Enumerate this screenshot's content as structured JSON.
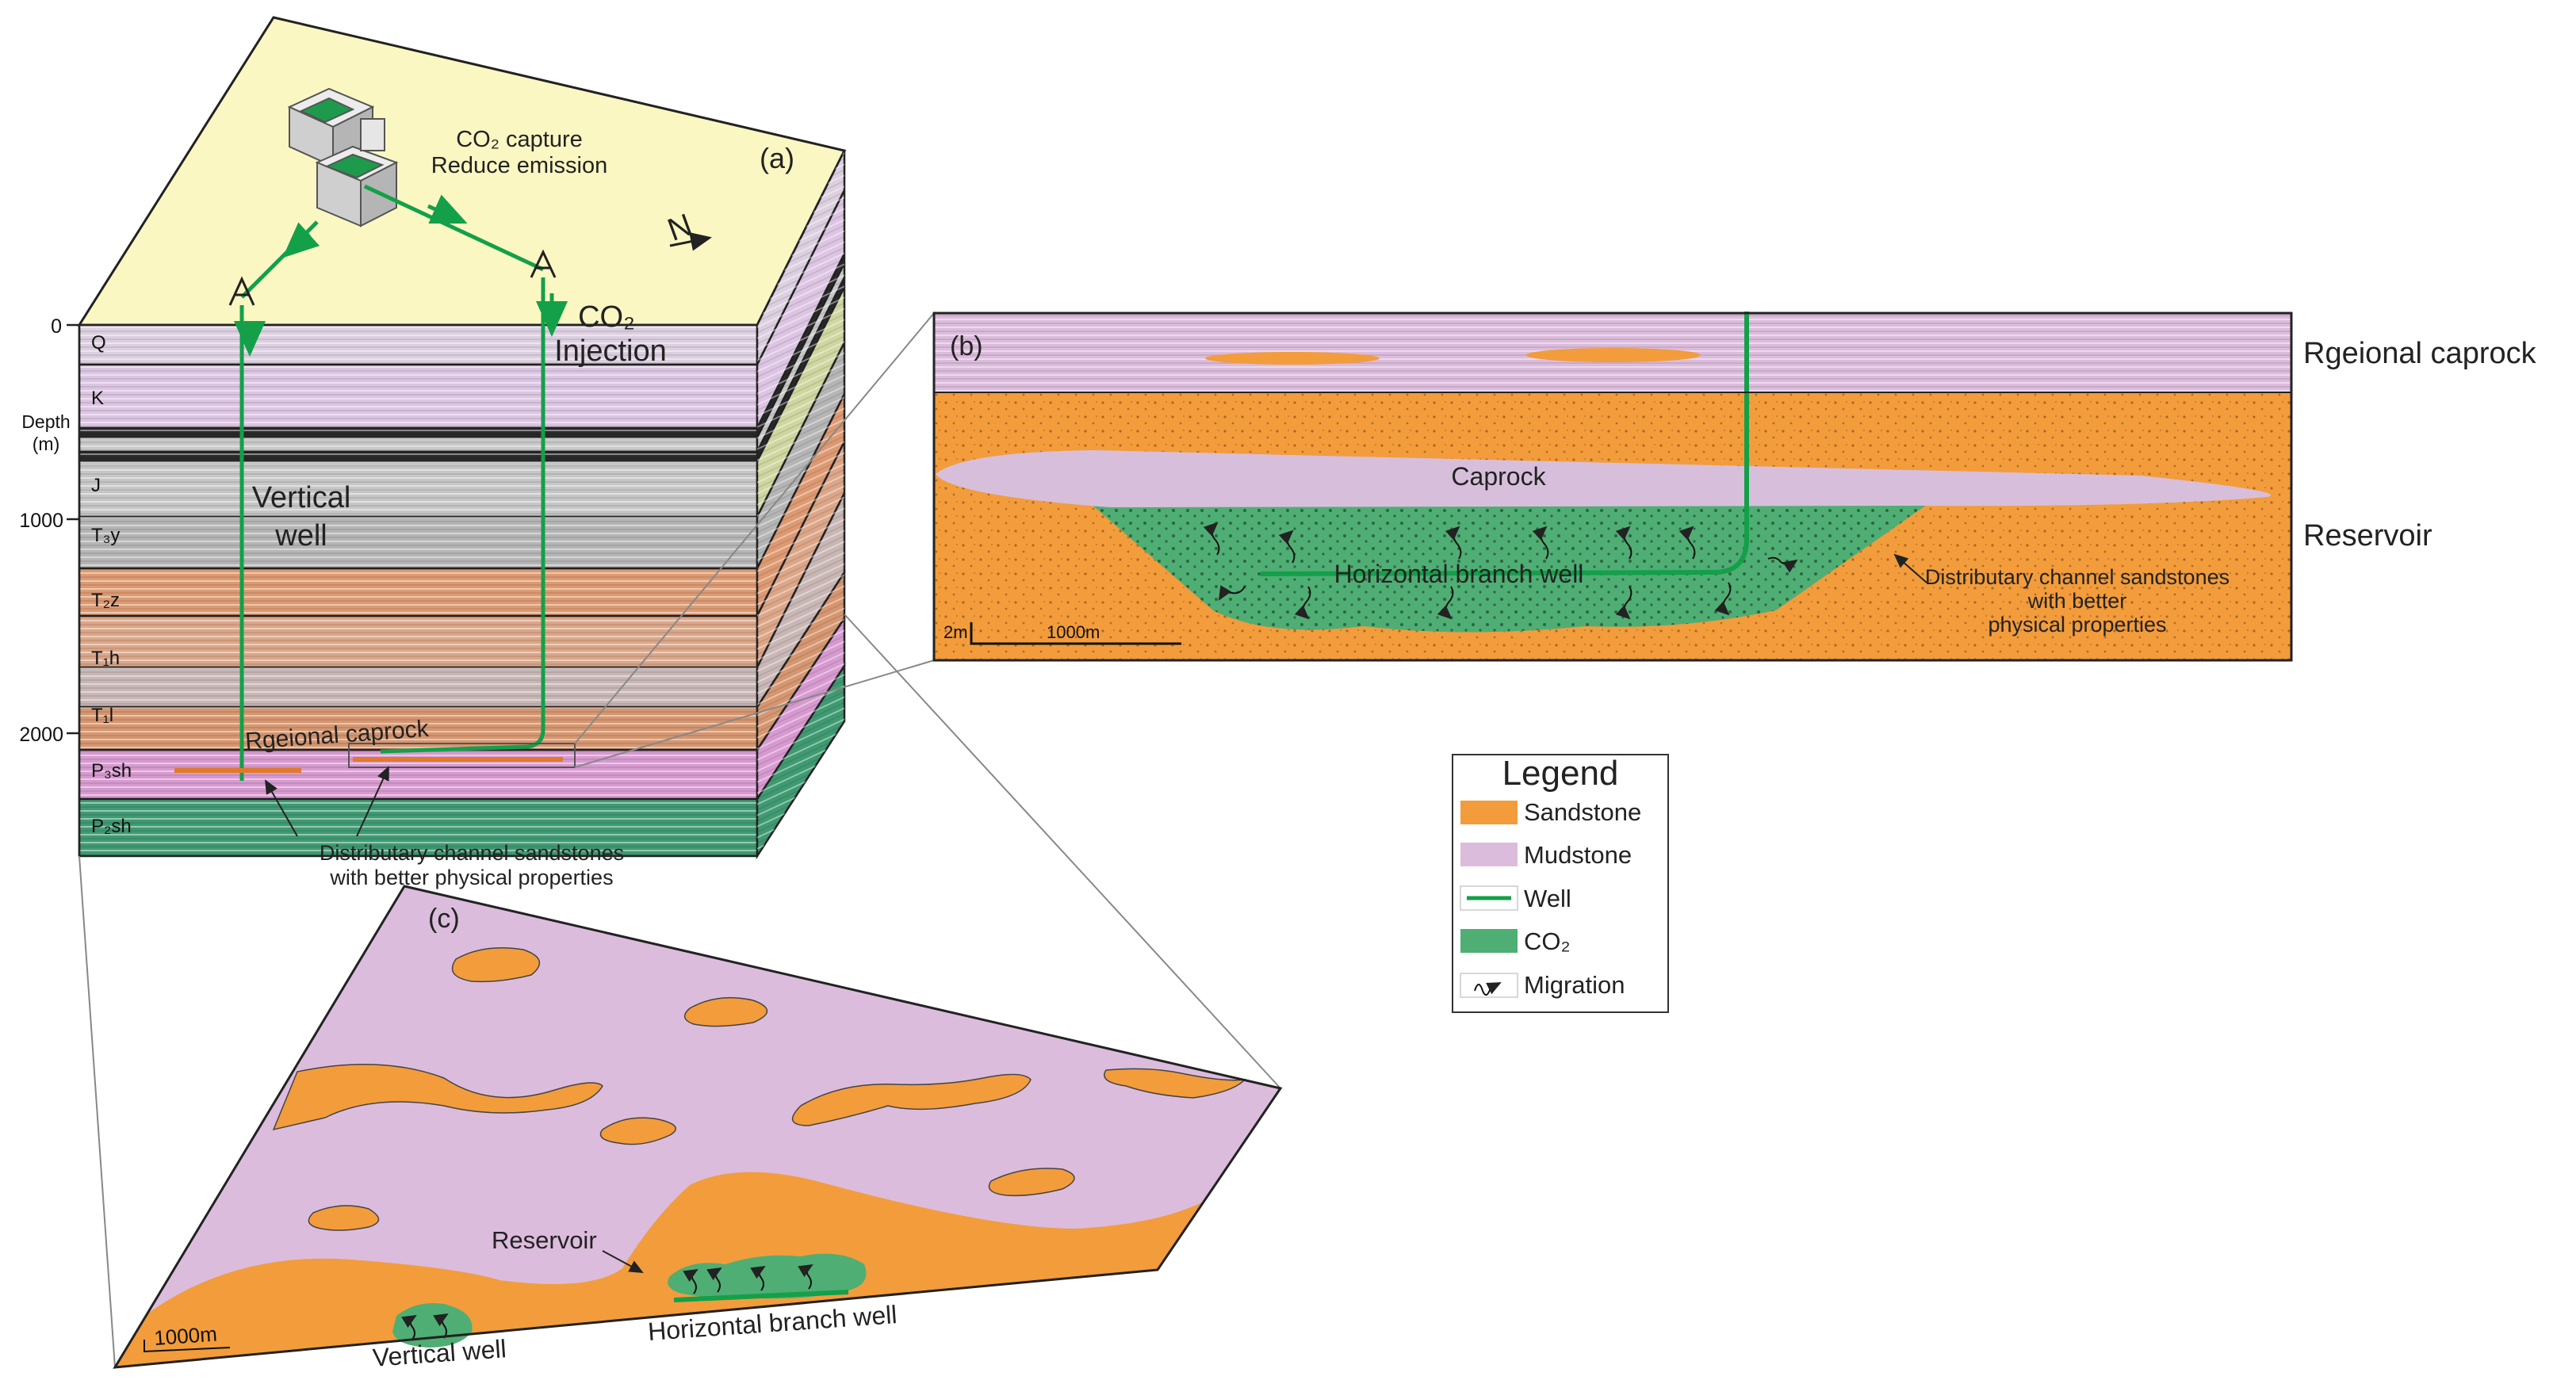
{
  "colors": {
    "sandstone": "#f39c3c",
    "mudstone": "#dcbcdc",
    "co2": "#4fae74",
    "well": "#13a049",
    "topsoil": "#fbf7c2",
    "jurassic_gray": "#bdbdbd",
    "triassic_brown": "#d9966e",
    "perm_green": "#3f9a72",
    "outline": "#222222"
  },
  "panel_a": {
    "label": "(a)",
    "capture_line1": "CO₂ capture",
    "capture_line2": "Reduce emission",
    "north": "N",
    "injection_line1": "CO₂",
    "injection_line2": "Injection",
    "vertical_well_line1": "Vertical",
    "vertical_well_line2": "well",
    "caprock": "Rgeional caprock",
    "depth_axis_line1": "Depth",
    "depth_axis_line2": "(m)",
    "depth_ticks": [
      "0",
      "1000",
      "2000"
    ],
    "strata": [
      "Q",
      "K",
      "J",
      "T₃y",
      "T₂z",
      "T₁h",
      "T₁l",
      "P₃sh",
      "P₂sh"
    ],
    "sandstone_note_line1": "Distributary channel sandstones",
    "sandstone_note_line2": "with better physical properties"
  },
  "panel_b": {
    "label": "(b)",
    "regional_caprock": "Rgeional caprock",
    "reservoir": "Reservoir",
    "caprock": "Caprock",
    "horizontal_well": "Horizontal branch well",
    "sandstone_note_line1": "Distributary channel sandstones",
    "sandstone_note_line2": "with better",
    "sandstone_note_line3": "physical properties",
    "scale_vertical": "2m",
    "scale_horizontal": "1000m"
  },
  "panel_c": {
    "label": "(c)",
    "reservoir": "Reservoir",
    "vertical_well": "Vertical well",
    "horizontal_well": "Horizontal branch well",
    "scale": "1000m"
  },
  "legend": {
    "title": "Legend",
    "items": [
      {
        "label": "Sandstone",
        "icon": "sandstone-swatch"
      },
      {
        "label": "Mudstone",
        "icon": "mudstone-swatch"
      },
      {
        "label": "Well",
        "icon": "well-line"
      },
      {
        "label": "CO₂",
        "icon": "co2-swatch"
      },
      {
        "label": "Migration",
        "icon": "migration-arrow"
      }
    ]
  }
}
